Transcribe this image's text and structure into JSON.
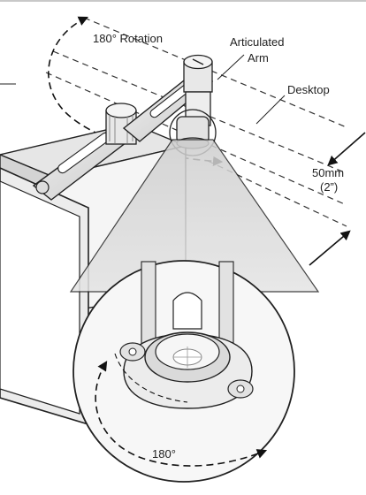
{
  "labels": {
    "rotation_top": "180° Rotation",
    "arm_line1": "Articulated",
    "arm_line2": "Arm",
    "desktop": "Desktop",
    "depth_mm": "50mm",
    "depth_in": "(2”)",
    "rotation_bottom": "180°"
  }
}
